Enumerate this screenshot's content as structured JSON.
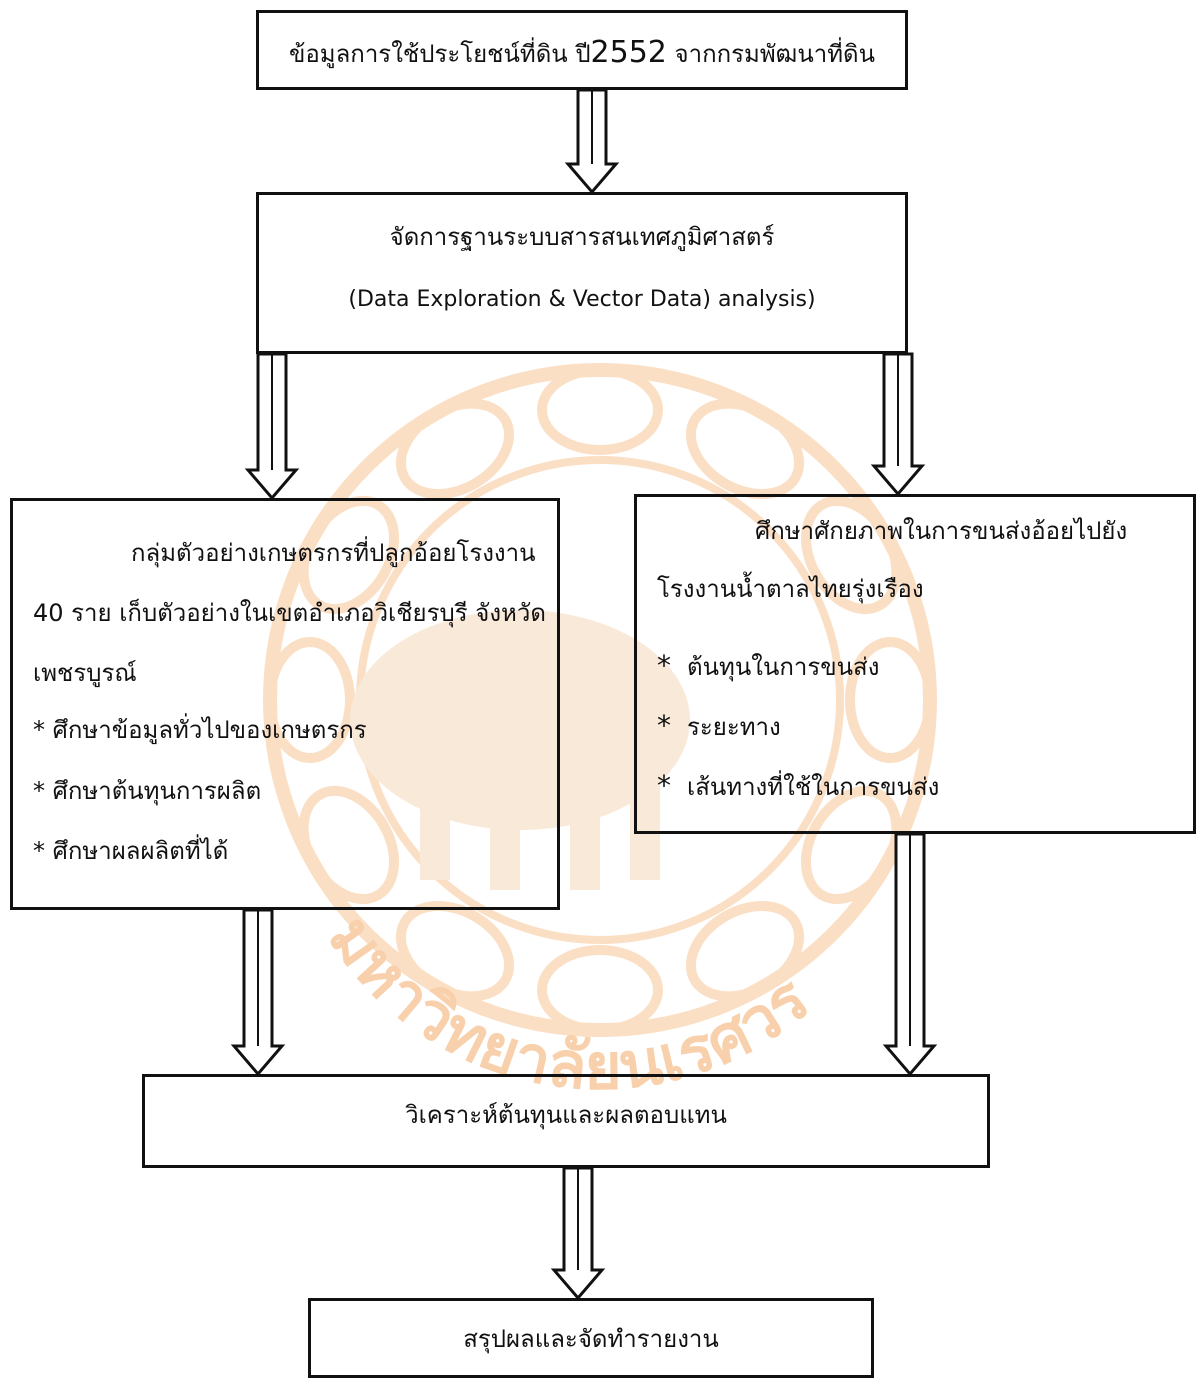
{
  "watermark": {
    "text": "มหาวิทยาลัยนเรศวร",
    "color": "#f2a55c"
  },
  "boxes": {
    "source": {
      "label_pre": "ข้อมูลการใช้ประโยชน์ที่ดิน ปี",
      "label_year": "2552",
      "label_post": " จากกรมพัฒนาที่ดิน"
    },
    "gis": {
      "line1": "จัดการฐานระบบสารสนเทศภูมิศาสตร์",
      "line2": "(Data Exploration & Vector Data) analysis)"
    },
    "farmers": {
      "line1": "กลุ่มตัวอย่างเกษตรกรที่ปลูกอ้อยโรงงาน",
      "line2": "40 ราย เก็บตัวอย่างในเขตอำเภอวิเชียรบุรี จังหวัด",
      "line3": "เพชรบูรณ์",
      "items": [
        "* ศึกษาข้อมูลทั่วไปของเกษตรกร",
        "* ศึกษาต้นทุนการผลิต",
        "* ศึกษาผลผลิตที่ได้"
      ]
    },
    "transport": {
      "line1": "ศึกษาศักยภาพในการขนส่งอ้อยไปยัง",
      "line2": "โรงงานน้ำตาลไทยรุ่งเรือง",
      "items": [
        {
          "star": "*",
          "text": "ต้นทุนในการขนส่ง"
        },
        {
          "star": "*",
          "text": "ระยะทาง"
        },
        {
          "star": "*",
          "text": "เส้นทางที่ใช้ในการขนส่ง"
        }
      ]
    },
    "analysis": {
      "label": "วิเคราะห์ต้นทุนและผลตอบแทน"
    },
    "conclusion": {
      "label": "สรุปผลและจัดทำรายงาน"
    }
  }
}
